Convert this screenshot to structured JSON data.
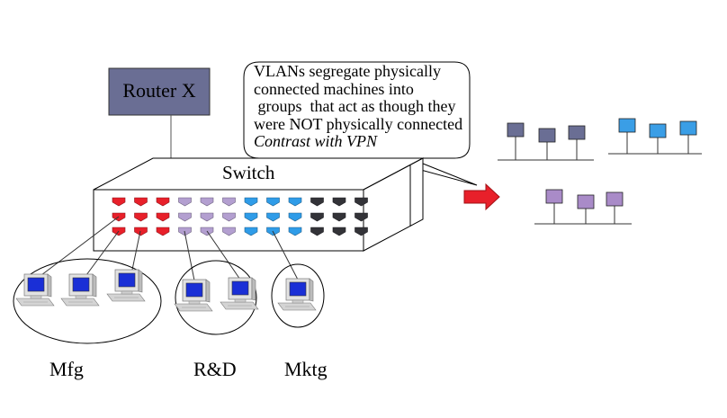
{
  "router": {
    "label": "Router X",
    "color": "#6a6e94"
  },
  "switch": {
    "label": "Switch"
  },
  "callout": {
    "lines": [
      "VLANs segregate physically",
      "connected machines into",
      " groups  that act as though they",
      "were NOT physically connected"
    ],
    "italic_line": "Contrast with VPN"
  },
  "groups": [
    {
      "name": "Mfg",
      "color": "#e8202a"
    },
    {
      "name": "R&D",
      "color": "#b39fd0"
    },
    {
      "name": "Mktg",
      "color": "#2f9ce8"
    }
  ],
  "port_colors": [
    "#e8202a",
    "#b39fd0",
    "#2f9ce8",
    "#333338"
  ],
  "vlan_node_colors": {
    "gray": "#6a6e94",
    "blue": "#3a9ee6",
    "purple": "#a98bc8"
  },
  "arrow_color": "#e8202a"
}
